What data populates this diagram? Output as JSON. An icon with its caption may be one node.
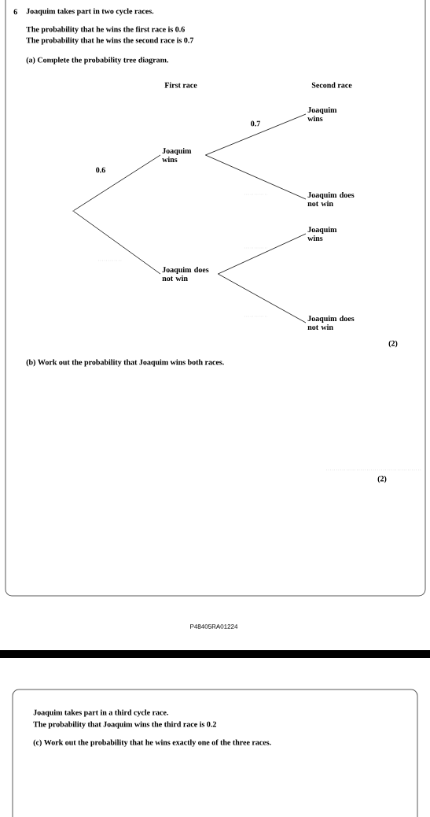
{
  "diagram": {
    "nodes": [
      {
        "text": [],
        "shape": "point"
      },
      {
        "text": [
          "Joaquim wins"
        ]
      },
      {
        "text": [
          "Joaquim does not win"
        ]
      },
      {
        "text": [
          "Joaquim wins"
        ]
      },
      {
        "text": [
          "Joaquim does not win"
        ]
      },
      {
        "text": [
          "Joaquim wins"
        ]
      },
      {
        "text": [
          "Joaquim does not win"
        ]
      }
    ],
    "edges": [
      {
        "from": 0,
        "to": 1,
        "arrow": "none",
        "label": "0.6"
      },
      {
        "from": 0,
        "to": 2,
        "arrow": "none"
      },
      {
        "from": 1,
        "to": 3,
        "arrow": "none",
        "label": "0.7"
      },
      {
        "from": 1,
        "to": 4,
        "arrow": "none"
      },
      {
        "from": 2,
        "to": 5,
        "arrow": "none"
      },
      {
        "from": 2,
        "to": 6,
        "arrow": "none"
      }
    ],
    "labels": [
      "6",
      "Joaquim takes part in two cycle races.",
      "The probability that he wins the first race is 0.6",
      "The probability that he wins the second race is 0.7",
      "(a) Complete the probability tree diagram.",
      "First race",
      "Second race",
      "(2)",
      "(b) Work out the probability that Joaquim wins both races.",
      "(2)",
      "P48405RA01224",
      "Joaquim takes part in a third cycle race.",
      "The probability that Joaquim wins the third race is 0.2",
      "(c) Work out the probability that he wins exactly one of the three races."
    ]
  }
}
